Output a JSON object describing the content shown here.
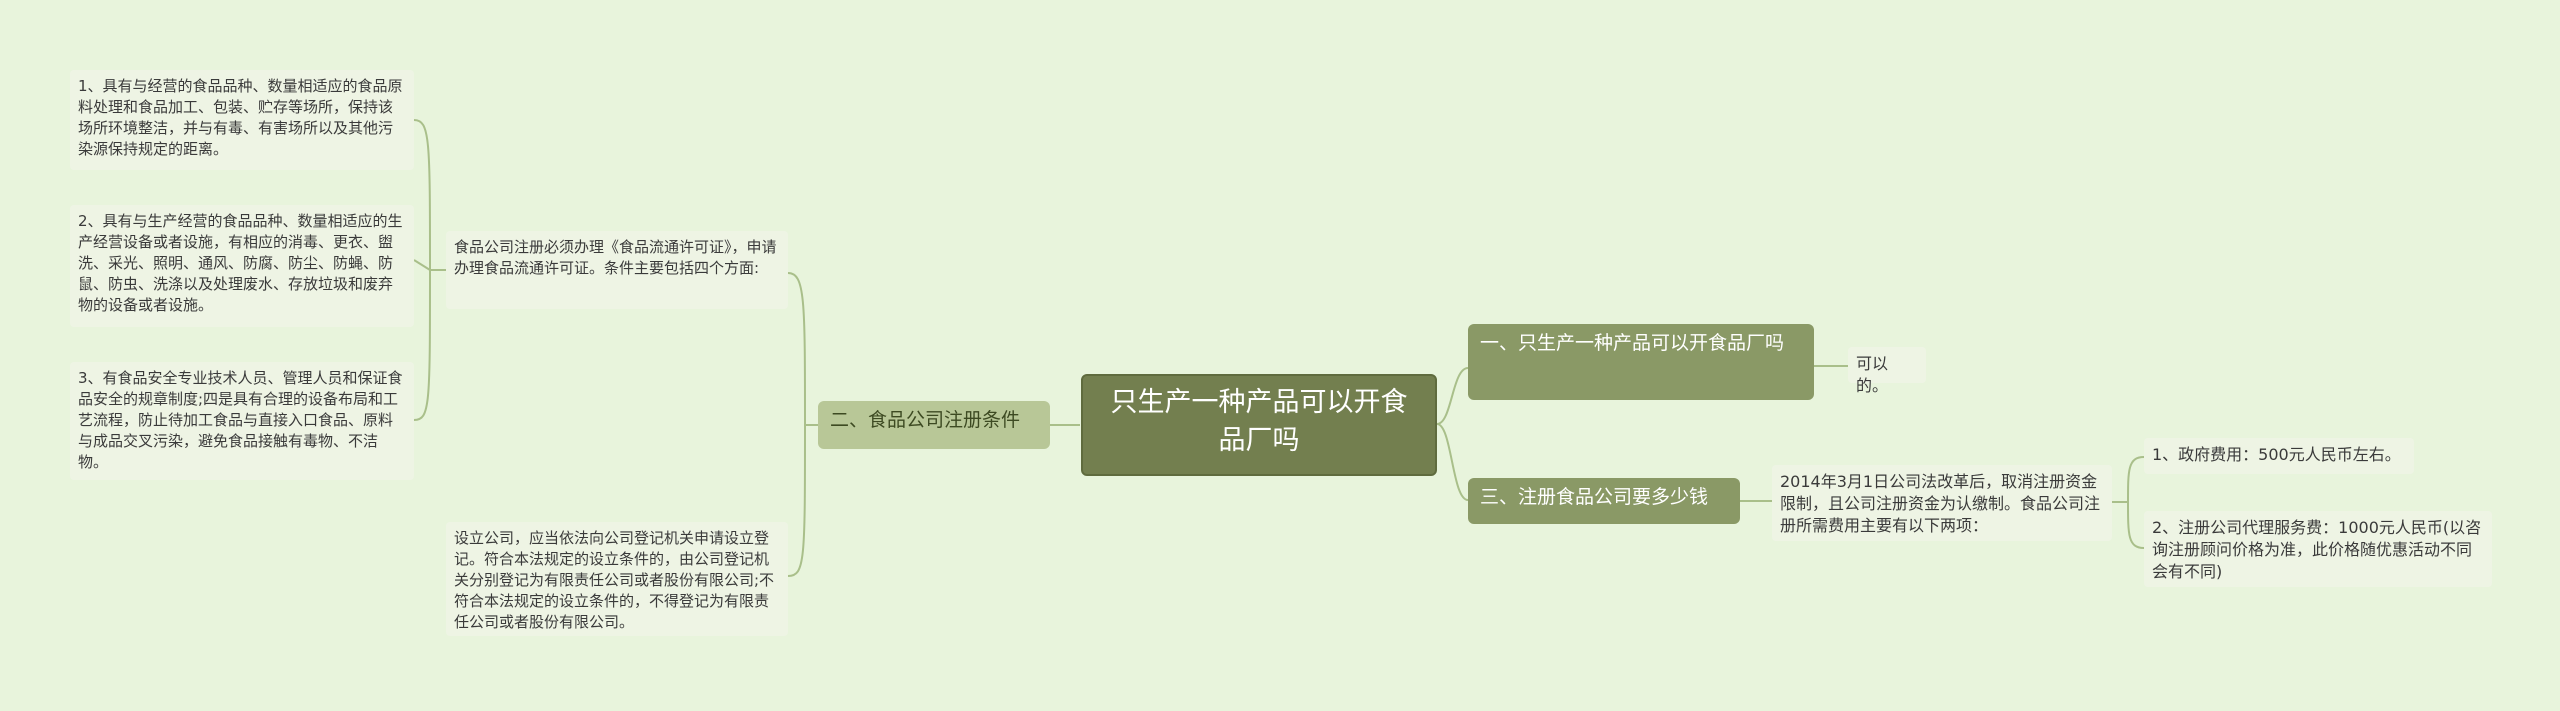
{
  "root": {
    "title": "只生产一种产品可以开食品厂吗"
  },
  "branch_right_1": {
    "label": "一、只生产一种产品可以开食品厂吗",
    "child": "可以的。"
  },
  "branch_right_2": {
    "label": "三、注册食品公司要多少钱",
    "detail": "2014年3月1日公司法改革后，取消注册资金限制，且公司注册资金为认缴制。食品公司注册所需费用主要有以下两项：",
    "items": [
      "1、政府费用：500元人民币左右。",
      "2、注册公司代理服务费：1000元人民币(以咨询注册顾问价格为准，此价格随优惠活动不同会有不同)"
    ]
  },
  "branch_left": {
    "label": "二、食品公司注册条件",
    "child_1": "食品公司注册必须办理《食品流通许可证》，申请办理食品流通许可证。条件主要包括四个方面:",
    "child_1_items": [
      "1、具有与经营的食品品种、数量相适应的食品原料处理和食品加工、包装、贮存等场所，保持该场所环境整洁，并与有毒、有害场所以及其他污染源保持规定的距离。",
      "2、具有与生产经营的食品品种、数量相适应的生产经营设备或者设施，有相应的消毒、更衣、盥洗、采光、照明、通风、防腐、防尘、防蝇、防鼠、防虫、洗涤以及处理废水、存放垃圾和废弃物的设备或者设施。",
      "3、有食品安全专业技术人员、管理人员和保证食品安全的规章制度;四是具有合理的设备布局和工艺流程，防止待加工食品与直接入口食品、原料与成品交叉污染，避免食品接触有毒物、不洁物。"
    ],
    "child_2": "设立公司，应当依法向公司登记机关申请设立登记。符合本法规定的设立条件的，由公司登记机关分别登记为有限责任公司或者股份有限公司;不符合本法规定的设立条件的，不得登记为有限责任公司或者股份有限公司。"
  },
  "colors": {
    "background": "#e8f4dc",
    "root": "#737f4f",
    "branch": "#8a9966",
    "branch_light": "#b8c797",
    "leaf": "#eef4e4",
    "line": "#a9bf8a"
  }
}
